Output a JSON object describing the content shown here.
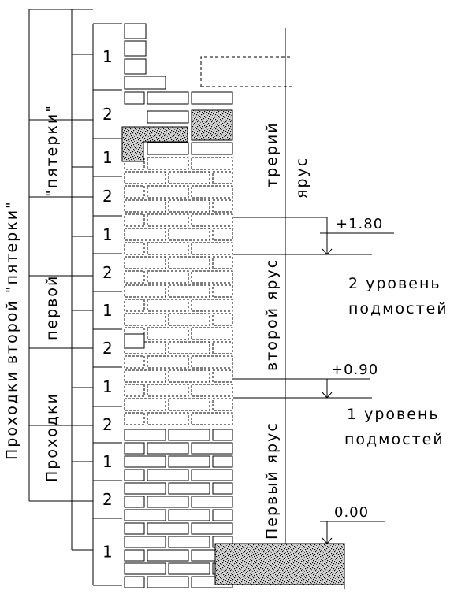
{
  "labels": {
    "outer_side": "Проходки второй \"пятерки\"",
    "first_five_a": "Проходки",
    "first_five_b": "первой",
    "first_five_c": "\"пятерки\"",
    "tier_first": "Первый ярус",
    "tier_second": "второй ярус",
    "tier_third": "трерий ярус"
  },
  "courses": [
    {
      "label": "1"
    },
    {
      "label": "2"
    },
    {
      "label": "1"
    },
    {
      "label": "2"
    },
    {
      "label": "1"
    },
    {
      "label": "2"
    },
    {
      "label": "1"
    },
    {
      "label": "2"
    },
    {
      "label": "1"
    },
    {
      "label": "2"
    },
    {
      "label": "1"
    },
    {
      "label": "2"
    },
    {
      "label": "1"
    }
  ],
  "elevations": [
    {
      "mark": "+1.80"
    },
    {
      "mark": "+0.90"
    },
    {
      "mark": "0.00"
    }
  ],
  "scaffold_levels": [
    {
      "line1": "2 уровень",
      "line2": "подмостей"
    },
    {
      "line1": "1 уровень",
      "line2": "подмостей"
    }
  ]
}
